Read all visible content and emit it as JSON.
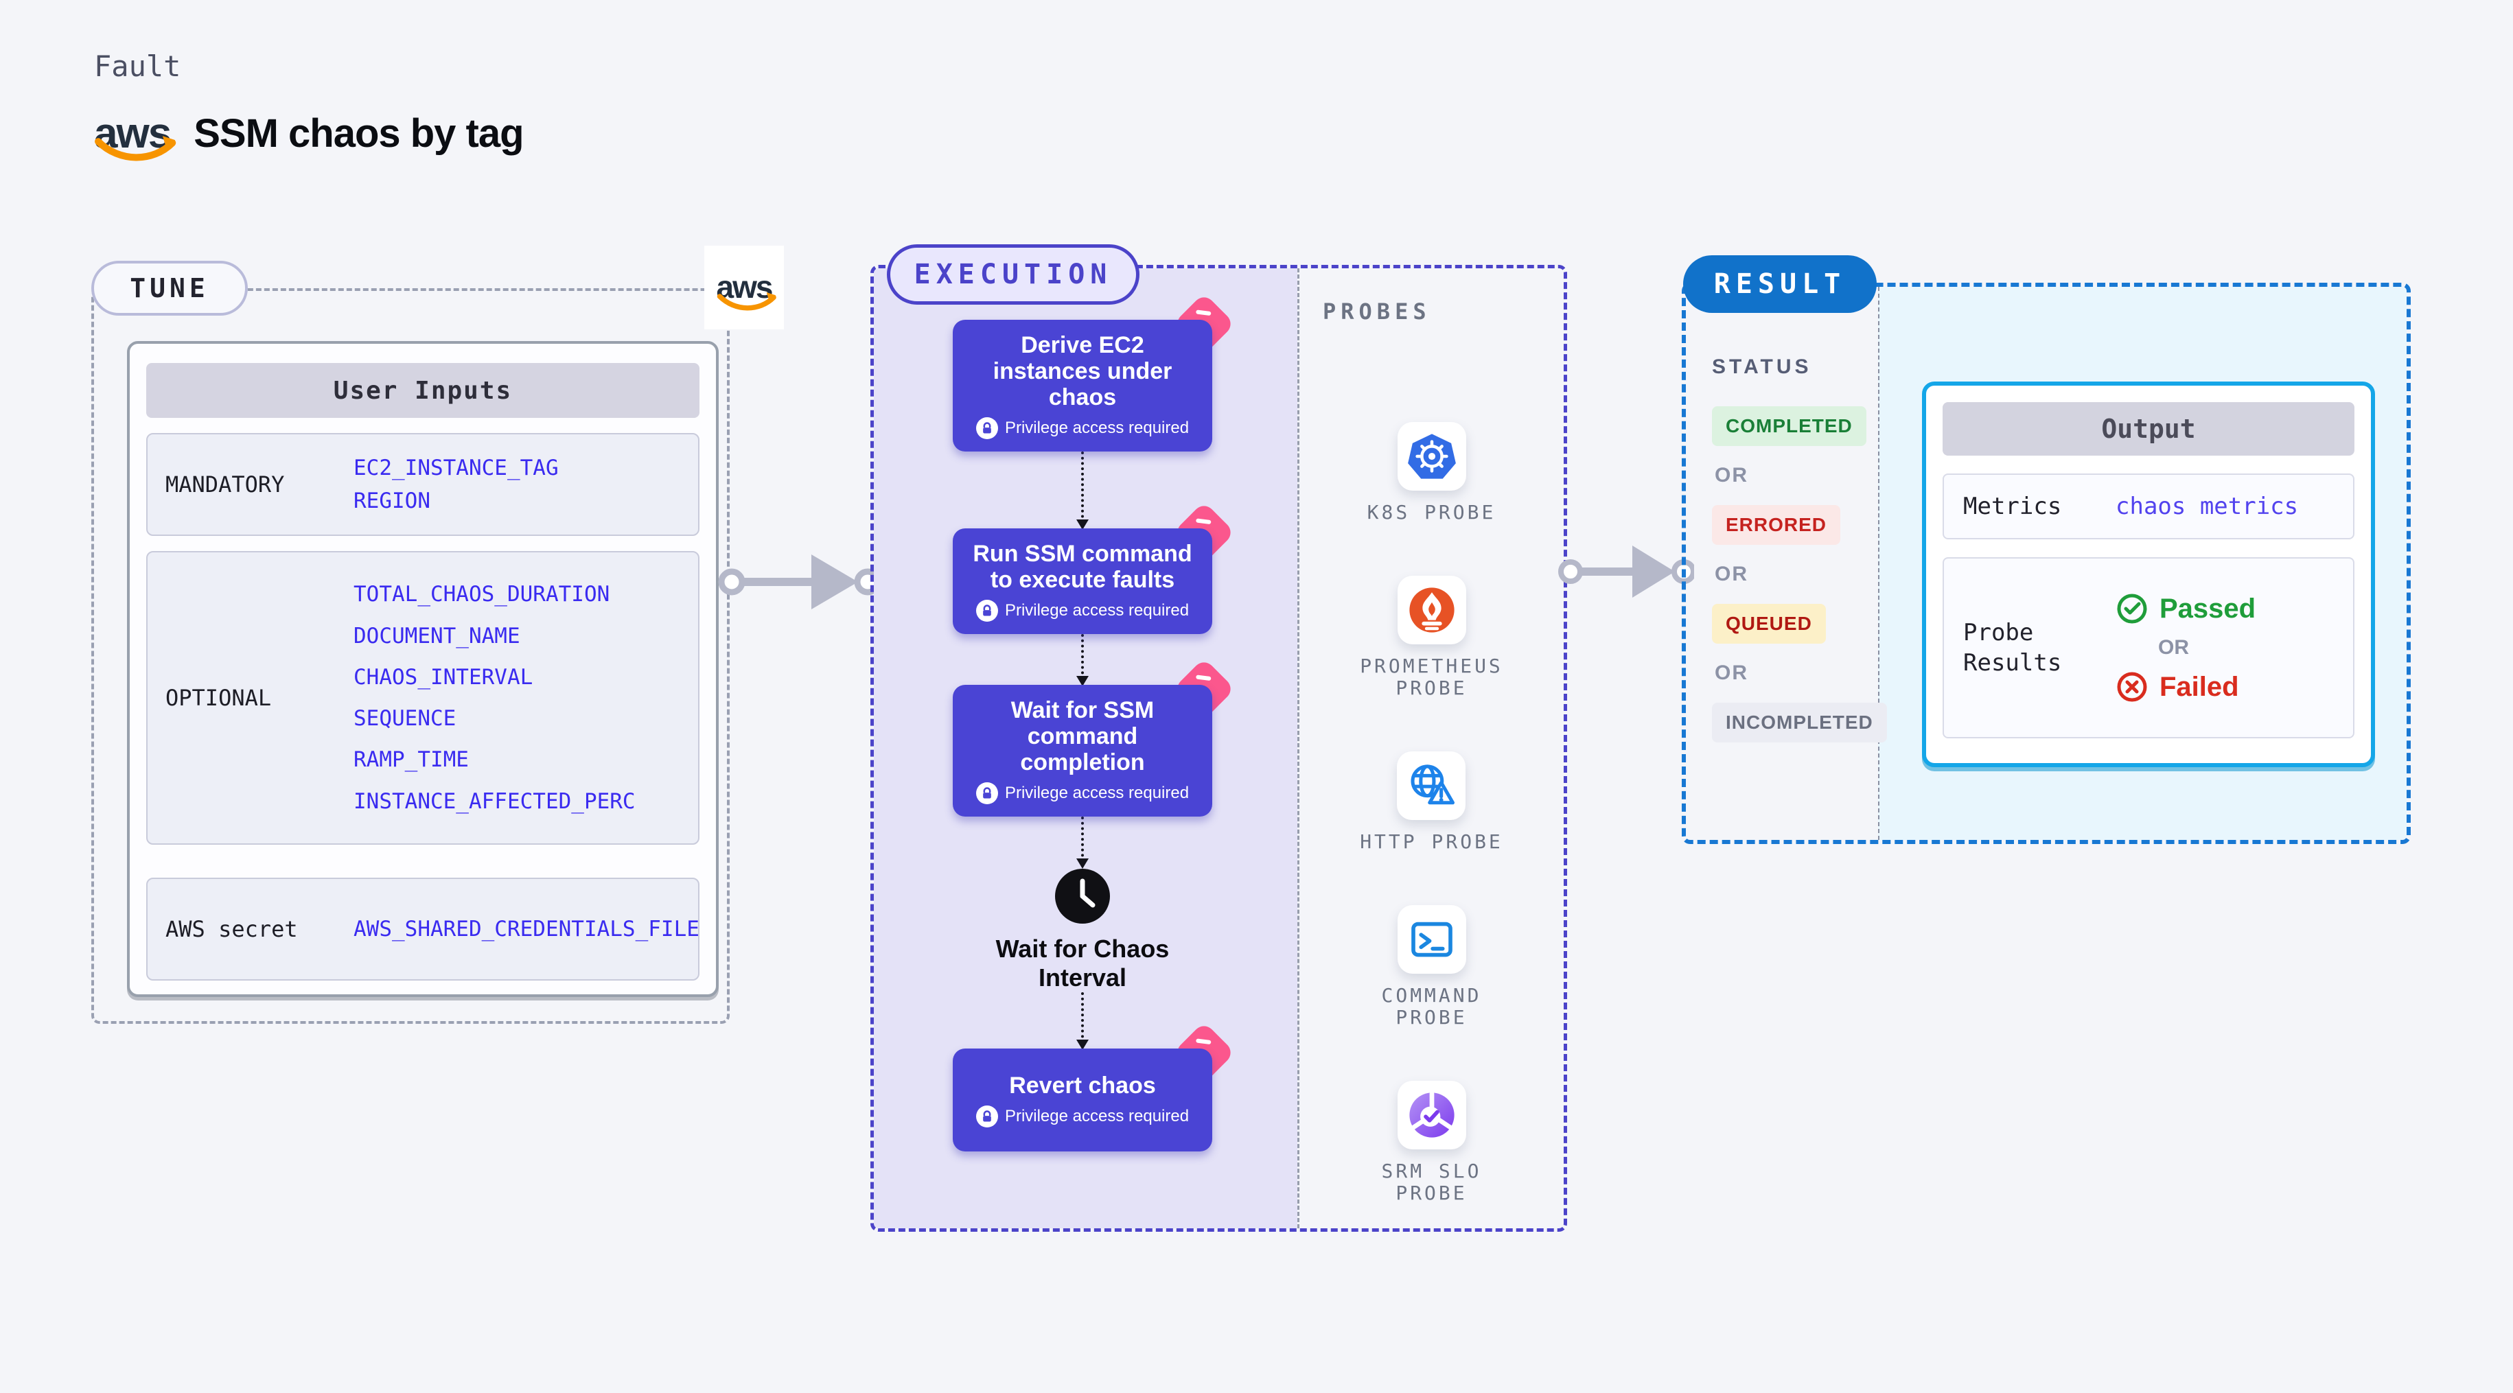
{
  "header": {
    "eyebrow": "Fault",
    "brand": "aws",
    "title": "SSM chaos by tag"
  },
  "tune": {
    "pill": "TUNE",
    "table_title": "User Inputs",
    "rows": [
      {
        "label": "MANDATORY",
        "params": [
          "EC2_INSTANCE_TAG",
          "REGION"
        ]
      },
      {
        "label": "OPTIONAL",
        "params": [
          "TOTAL_CHAOS_DURATION",
          "DOCUMENT_NAME",
          "CHAOS_INTERVAL",
          "SEQUENCE",
          "RAMP_TIME",
          "INSTANCE_AFFECTED_PERC"
        ]
      },
      {
        "label": "AWS secret",
        "params": [
          "AWS_SHARED_CREDENTIALS_FILE"
        ]
      }
    ]
  },
  "execution": {
    "pill": "EXECUTION",
    "steps": [
      {
        "type": "block",
        "title": "Derive EC2 instances under chaos",
        "note": "Privilege access required"
      },
      {
        "type": "block",
        "title": "Run SSM command to execute faults",
        "note": "Privilege access required"
      },
      {
        "type": "block",
        "title": "Wait for SSM command completion",
        "note": "Privilege access required"
      },
      {
        "type": "wait",
        "title": "Wait for Chaos Interval"
      },
      {
        "type": "block",
        "title": "Revert chaos",
        "note": "Privilege access required"
      }
    ]
  },
  "probes": {
    "heading": "PROBES",
    "items": [
      {
        "icon": "k8s-icon",
        "label": "K8S PROBE"
      },
      {
        "icon": "prometheus-icon",
        "label": "PROMETHEUS PROBE"
      },
      {
        "icon": "http-icon",
        "label": "HTTP PROBE"
      },
      {
        "icon": "command-icon",
        "label": "COMMAND PROBE"
      },
      {
        "icon": "srm-slo-icon",
        "label": "SRM SLO PROBE"
      }
    ]
  },
  "result": {
    "pill": "RESULT",
    "status_heading": "STATUS",
    "or_label": "OR",
    "statuses": [
      {
        "label": "COMPLETED",
        "fg": "#1a7f37",
        "bg": "#dcf2e0"
      },
      {
        "label": "ERRORED",
        "fg": "#c5221f",
        "bg": "#fbe8e7"
      },
      {
        "label": "QUEUED",
        "fg": "#b01812",
        "bg": "#fcf0c8"
      },
      {
        "label": "INCOMPLETED",
        "fg": "#6b7080",
        "bg": "#ebecf3"
      }
    ],
    "output": {
      "title": "Output",
      "metrics_label": "Metrics",
      "metrics_value": "chaos metrics",
      "probe_results_label": "Probe Results",
      "passed": "Passed",
      "or_label": "OR",
      "failed": "Failed"
    }
  },
  "colors": {
    "indigo": "#4b43c9",
    "purple_block": "#4a44d4",
    "pink_badge": "#fb578d",
    "aws_orange": "#f79400",
    "result_blue": "#1172ca",
    "output_border": "#14a6e8",
    "param_blue": "#3a2bf0",
    "arrow_gray": "#b5b8c9",
    "passed_green": "#1f9d3a",
    "failed_red": "#d92c1e"
  }
}
